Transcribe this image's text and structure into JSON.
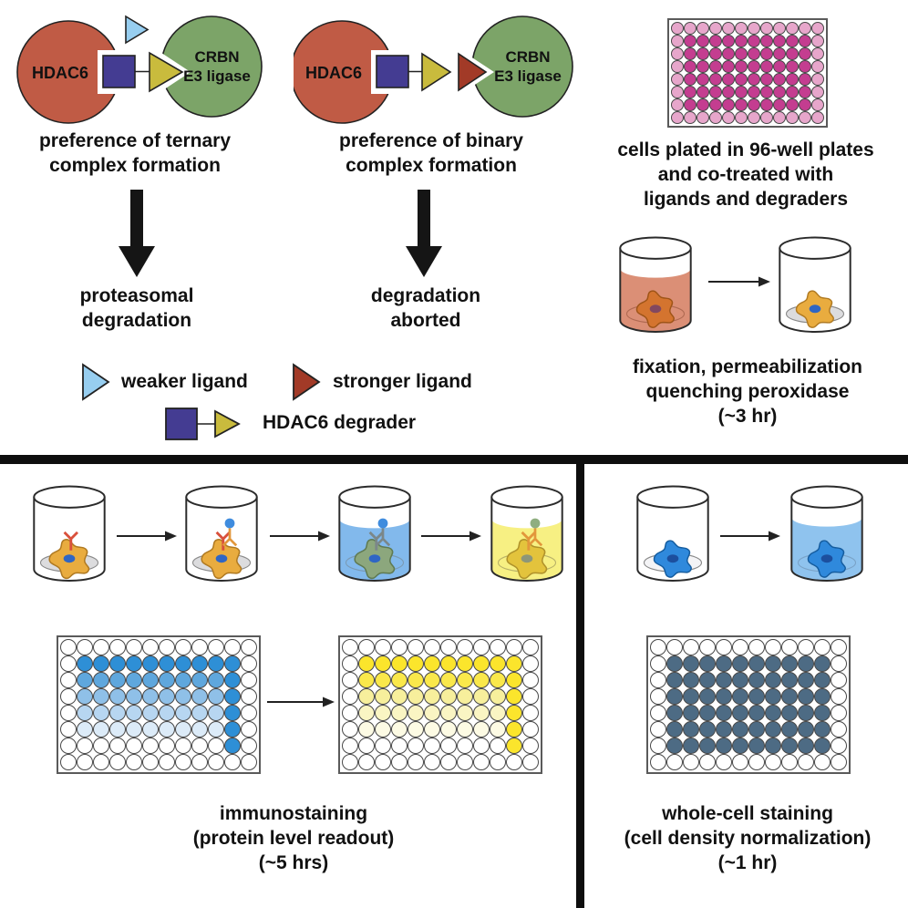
{
  "colors": {
    "ink": "#151515",
    "divider": "#0e0e0e",
    "hdac6_circle": "#C05B45",
    "crbn_circle": "#7CA468",
    "degrader_square": "#443C92",
    "degrader_triangle": "#C9BB3D",
    "weaker_ligand": "#97CEF0",
    "stronger_ligand": "#A23A27",
    "liquid_fixative": "#DB8F76",
    "cell_fixed_orange": "#D4742F",
    "nucleus_mauve": "#82485F",
    "floor_gray": "#DCDCDE",
    "floor_white": "#F4F4F6",
    "cell_gold": "#E9AC3F",
    "nucleus_blue": "#2F66C4",
    "ab_red": "#D9503C",
    "ab_orange": "#E2973B",
    "hrp_dot_blue": "#3F8CDE",
    "liquid_blue": "#82B9EC",
    "cell_olive": "#8CA77D",
    "ab_gray": "#7B8789",
    "liquid_yellow": "#F7F083",
    "cell_yellow": "#E3C33C",
    "nucleus_graygreen": "#8D9678",
    "dot_green": "#8FAE80",
    "liquid_lightblue": "#8FC3EE",
    "cell_blue": "#2F89DC",
    "nucleus_navy": "#1C4F9E"
  },
  "ternary": {
    "protein": "HDAC6",
    "ligase_line1": "CRBN",
    "ligase_line2": "E3 ligase",
    "caption": "preference of ternary\ncomplex formation",
    "result": "proteasomal\ndegradation"
  },
  "binary": {
    "protein": "HDAC6",
    "ligase_line1": "CRBN",
    "ligase_line2": "E3 ligase",
    "caption": "preference of binary\ncomplex formation",
    "result": "degradation\naborted"
  },
  "legend": {
    "weaker": "weaker ligand",
    "stronger": "stronger ligand",
    "degrader": "HDAC6 degrader"
  },
  "plating": {
    "caption": "cells plated in 96-well plates\nand co-treated with\nligands and degraders"
  },
  "fixation": {
    "caption": "fixation, permeabilization\nquenching peroxidase\n(~3 hr)"
  },
  "immunostaining": {
    "caption": "immunostaining\n(protein level readout)\n(~5 hrs)"
  },
  "wholecell": {
    "caption": "whole-cell staining\n(cell density normalization)\n(~1 hr)"
  },
  "plates": {
    "treated": {
      "palette": {
        "L": "#E7A6CB",
        "D": "#C43D90"
      },
      "rows": [
        "LLLLLLLLLLLL",
        "LDDDDDDDDDDL",
        "LDDDDDDDDDDL",
        "LDDDDDDDDDDL",
        "LDDDDDDDDDDL",
        "LDDDDDDDDDDL",
        "LDDDDDDDDDDL",
        "LLLLLLLLLLLL"
      ]
    },
    "immuno_blue": {
      "palette": {
        ".": "#FFFFFF",
        "1": "#2E8FD6",
        "2": "#5FA7DD",
        "3": "#8FC0E8",
        "4": "#B7D6F1",
        "5": "#DCEBF8"
      },
      "rows": [
        "............",
        ".1111111111.",
        ".2222222221.",
        ".3333333331.",
        ".4444444441.",
        ".5555555551.",
        "..........1.",
        "............"
      ]
    },
    "immuno_yellow": {
      "palette": {
        ".": "#FFFFFF",
        "1": "#FBE52C",
        "2": "#FAE84B",
        "3": "#F7EF9C",
        "4": "#FAF5C3",
        "5": "#FDFBE4"
      },
      "rows": [
        "............",
        ".1111111111.",
        ".2222222221.",
        ".3333333331.",
        ".4444444441.",
        ".5555555551.",
        "..........1.",
        "............"
      ]
    },
    "normalization": {
      "palette": {
        ".": "#FFFFFF",
        "D": "#4D6B84"
      },
      "rows": [
        "............",
        ".DDDDDDDDDD.",
        ".DDDDDDDDDD.",
        ".DDDDDDDDDD.",
        ".DDDDDDDDDD.",
        ".DDDDDDDDDD.",
        ".DDDDDDDDDD.",
        "............"
      ]
    }
  }
}
